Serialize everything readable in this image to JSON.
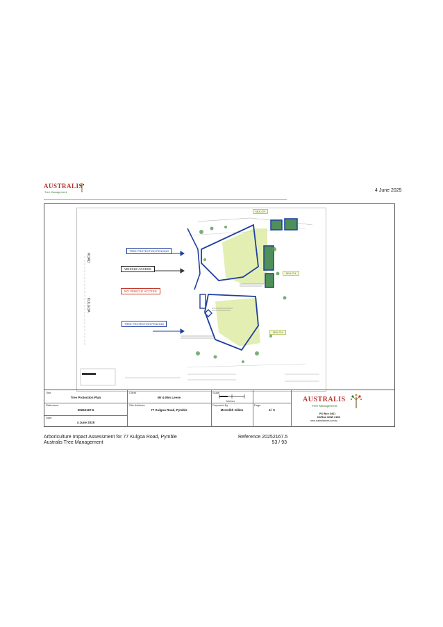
{
  "header": {
    "logo_word": "AUSTRALIS",
    "logo_sub": "Tree Management",
    "date": "4 June 2025"
  },
  "plan": {
    "labels": {
      "road_top": "ROAD",
      "road_bottom": "KULGOA",
      "tree_fencing_top": "TREE PROTECTION FENCING",
      "vehicle_access": "VEHICLE ACCESS",
      "no_vehicle_access": "NO VEHICLE ACCESS",
      "tree_fencing_bottom": "TREE PROTECTION FENCING",
      "mulch_top": "MULCH",
      "mulch_right": "MULCH",
      "mulch_bottom": "MULCH"
    }
  },
  "title_block": {
    "title_label": "Title",
    "title_value": "Tree Protection Plan",
    "client_label": "Client",
    "client_value": "Mr & Mrs Leese",
    "scale_label": "Scale",
    "scale_unit": "Metres",
    "reference_label": "Reference",
    "reference_value": "20252167.5",
    "site_address_label": "Site Address",
    "site_address_value": "77 Kulgoa Road, Pymble",
    "prepared_by_label": "Prepared By",
    "prepared_by_value": "Meredith Gibbs",
    "page_label": "Page",
    "page_value": "4 / 5",
    "date_label": "Date",
    "date_value": "4 June 2025",
    "logo_word": "AUSTRALIS",
    "logo_sub": "Tree Management",
    "address_1": "PO Box 3461",
    "address_2": "DURAL NSW 2158",
    "website": "www.australistrees.com.au"
  },
  "footer": {
    "left_line1": "Arboriculture Impact Assessment for 77 Kulgoa Road, Pymble",
    "left_line2": "Australis Tree Management",
    "right_line1": "Reference 20252167.5",
    "right_line2": "53 / 93"
  },
  "colors": {
    "brand_red": "#b5322b",
    "brand_green": "#3d7a36",
    "fence_blue": "#1f3f9e",
    "mulch_green": "#d9e89a"
  }
}
